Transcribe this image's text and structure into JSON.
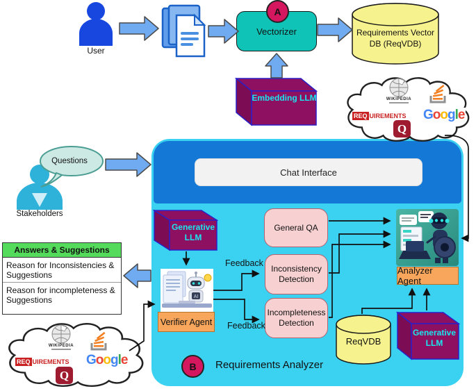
{
  "top": {
    "user_label": "User",
    "vectorizer": "Vectorizer",
    "badge_a": "A",
    "vector_db": "Requirements Vector DB (ReqVDB)",
    "embedding_llm": "Embedding LLM"
  },
  "stakeholders": {
    "label": "Stakeholders",
    "bubble": "Questions"
  },
  "panel": {
    "chat_interface": "Chat Interface",
    "generative_llm_top": "Generative LLM",
    "general_qa": "General QA",
    "inconsistency": "Inconsistency Detection",
    "incompleteness": "Incompleteness Detection",
    "verifier_agent": "Verifier Agent",
    "verifier_ai": "AI",
    "analyzer_agent": "Analyzer Agent",
    "reqvdb": "ReqVDB",
    "generative_llm_bottom": "Generative LLM",
    "feedback_top": "Feedback",
    "feedback_bottom": "Feedback",
    "badge_b": "B",
    "title": "Requirements Analyzer"
  },
  "answers": {
    "header": "Answers & Suggestions",
    "items": [
      "Reason for Inconsistencies & Suggestions",
      "Reason for incompleteness & Suggestions"
    ]
  },
  "cloud": {
    "wikipedia": "WIKIPEDIA",
    "req_prefix": "REQ",
    "req_suffix": "UIREMENTS",
    "google": "Google",
    "google_colors": [
      "#4285F4",
      "#EA4335",
      "#FBBC05",
      "#4285F4",
      "#34A853",
      "#EA4335"
    ],
    "q": "Q"
  },
  "colors": {
    "panel_blue": "#1378d6",
    "panel_cyan": "#3bd2f2",
    "teal_box": "#0fc3b7",
    "crimson_badge": "#d4175e",
    "llm_box": "#8e1060",
    "llm_text": "#19e7f0",
    "pink_box": "#f7d0d1",
    "orange_label": "#f7a65b",
    "yellow_db": "#f6f28e",
    "green_header": "#55db5b",
    "arrow_blue": "#70aaf0"
  }
}
